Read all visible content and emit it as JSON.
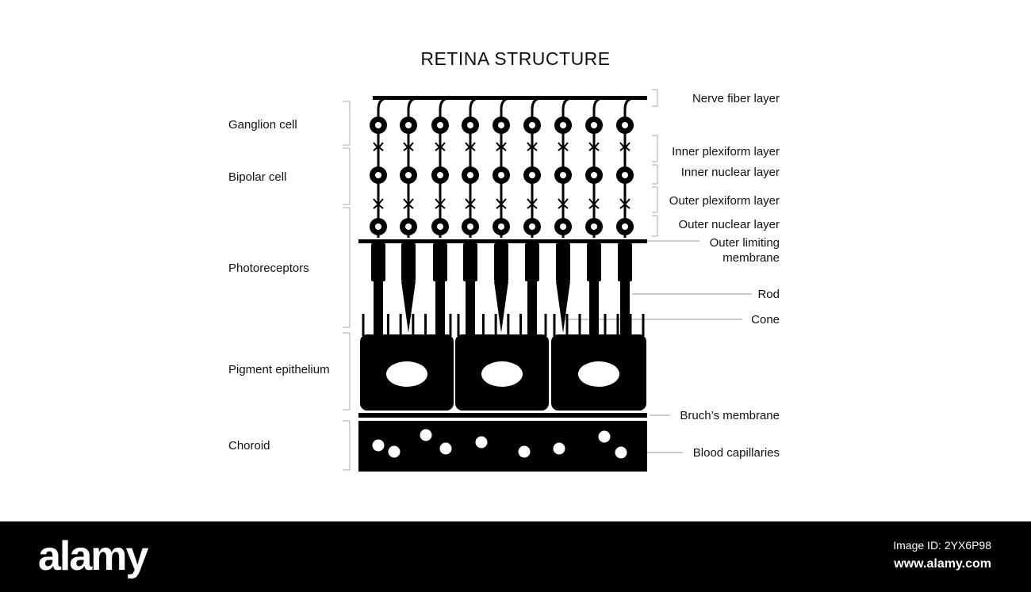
{
  "title": "RETINA STRUCTURE",
  "left_labels": {
    "ganglion": "Ganglion cell",
    "bipolar": "Bipolar cell",
    "photoreceptors": "Photoreceptors",
    "pigment": "Pigment epithelium",
    "choroid": "Choroid"
  },
  "right_labels": {
    "nerve_fiber": "Nerve fiber layer",
    "inner_plexiform": "Inner plexiform layer",
    "inner_nuclear": "Inner nuclear layer",
    "outer_plexiform": "Outer plexiform layer",
    "outer_nuclear": "Outer nuclear layer",
    "outer_limiting_1": "Outer limiting",
    "outer_limiting_2": "membrane",
    "rod": "Rod",
    "cone": "Cone",
    "bruchs": "Bruch’s membrane",
    "capillaries": "Blood capillaries"
  },
  "footer": {
    "brand": "alamy",
    "image_id": "Image ID: 2YX6P98",
    "site": "www.alamy.com"
  }
}
